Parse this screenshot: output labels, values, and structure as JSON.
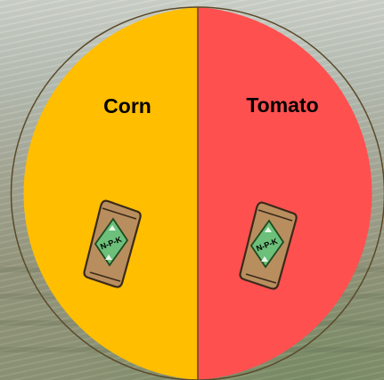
{
  "choices": [
    {
      "label": "Corn",
      "color": "#FFBE00",
      "fertilizer_icon": "npk-fertilizer-bag-icon",
      "bag_text": "N-P-K"
    },
    {
      "label": "Tomato",
      "color": "#FF5050",
      "fertilizer_icon": "npk-fertilizer-bag-icon",
      "bag_text": "N-P-K"
    }
  ],
  "background": "farmland-aerial-photo"
}
